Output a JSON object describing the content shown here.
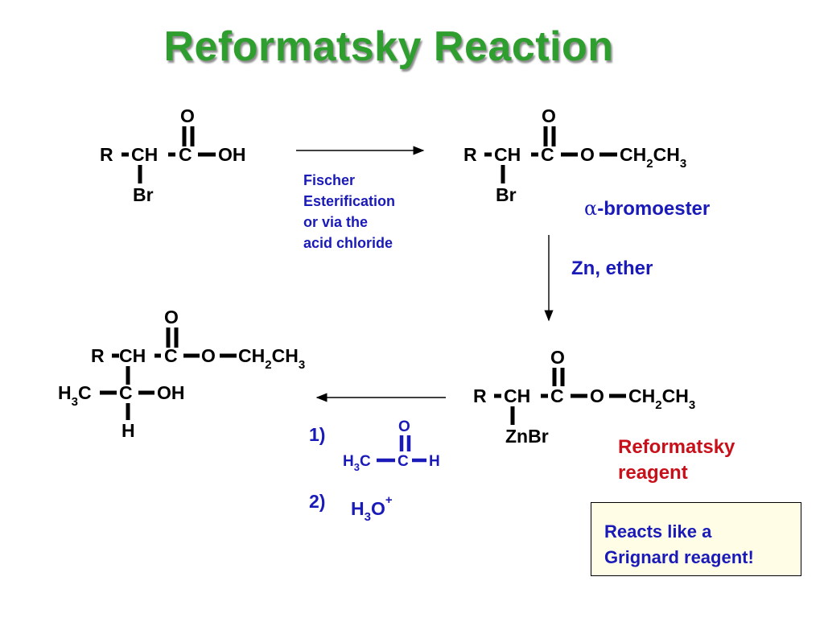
{
  "title": "Reformatsky Reaction",
  "conditions": {
    "esterification": [
      "Fischer",
      "Esterification",
      "or via the",
      "acid chloride"
    ],
    "zinc": "Zn, ether",
    "step1": "1)",
    "step2": "2)"
  },
  "labels": {
    "alpha_prefix": "α",
    "bromoester": "-bromoester",
    "reagent_line1": "Reformatsky",
    "reagent_line2": "reagent",
    "box_line1": "Reacts like a",
    "box_line2": "Grignard reagent!"
  },
  "atoms": {
    "O": "O",
    "R": "R",
    "CH": "CH",
    "C": "C",
    "OH": "OH",
    "Br": "Br",
    "ZnBr": "ZnBr",
    "H": "H",
    "H3": "H",
    "sub3": "3",
    "sub2": "2",
    "sup_plus": "+"
  },
  "colors": {
    "title": "#2e9e2e",
    "blue": "#1a1ab8",
    "red": "#c8101a",
    "box_bg": "#fffde6"
  }
}
